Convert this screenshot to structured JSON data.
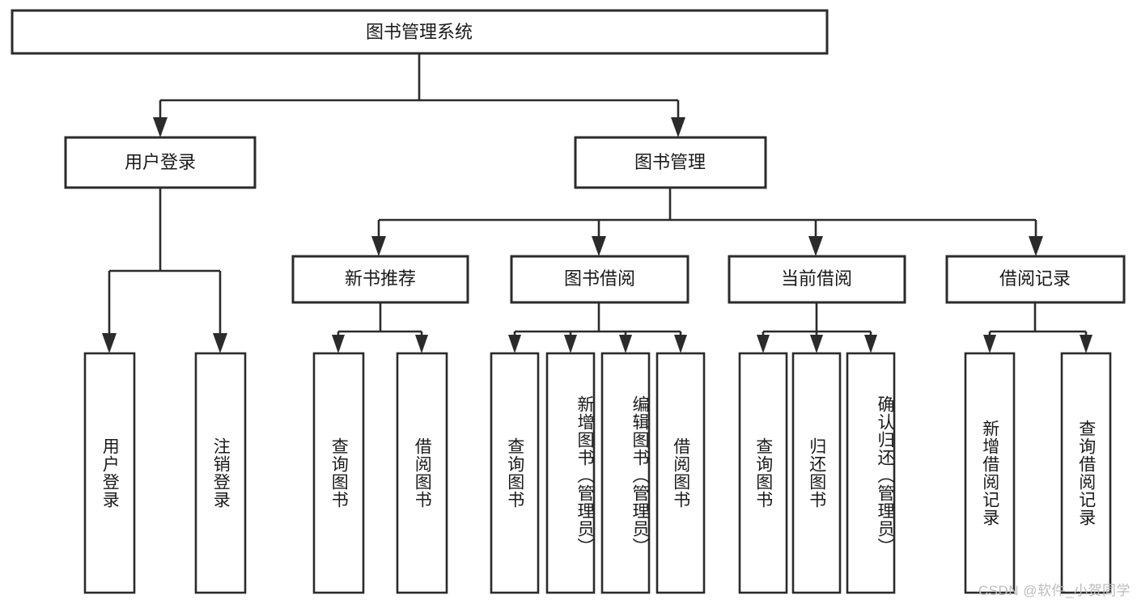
{
  "diagram": {
    "type": "tree-hierarchy-chart",
    "title": "图书管理系统",
    "orientation": "top-down",
    "colors": {
      "box_stroke": "#2b2b2b",
      "box_fill": "#ffffff",
      "connector": "#2b2b2b",
      "text": "#1a1a1a",
      "watermark": "#bcbcbc",
      "background": "#ffffff"
    },
    "levels": {
      "level1": [
        {
          "id": "root",
          "label": "图书管理系统",
          "text_direction": "horizontal"
        }
      ],
      "level2": [
        {
          "id": "user-login",
          "label": "用户登录",
          "text_direction": "horizontal",
          "parent": "root"
        },
        {
          "id": "book-manage",
          "label": "图书管理",
          "text_direction": "horizontal",
          "parent": "root"
        }
      ],
      "level3": [
        {
          "id": "new-book-recommend",
          "label": "新书推荐",
          "text_direction": "horizontal",
          "parent": "book-manage"
        },
        {
          "id": "book-borrow",
          "label": "图书借阅",
          "text_direction": "horizontal",
          "parent": "book-manage"
        },
        {
          "id": "current-borrow",
          "label": "当前借阅",
          "text_direction": "horizontal",
          "parent": "book-manage"
        },
        {
          "id": "borrow-record",
          "label": "借阅记录",
          "text_direction": "horizontal",
          "parent": "book-manage"
        }
      ],
      "level4": [
        {
          "id": "leaf-user-login",
          "label": "用户登录",
          "text_direction": "vertical",
          "parent": "user-login"
        },
        {
          "id": "leaf-logout",
          "label": "注销登录",
          "text_direction": "vertical",
          "parent": "user-login"
        },
        {
          "id": "leaf-query-book-1",
          "label": "查询图书",
          "text_direction": "vertical",
          "parent": "new-book-recommend"
        },
        {
          "id": "leaf-borrow-book-1",
          "label": "借阅图书",
          "text_direction": "vertical",
          "parent": "new-book-recommend"
        },
        {
          "id": "leaf-query-book-2",
          "label": "查询图书",
          "text_direction": "vertical",
          "parent": "book-borrow"
        },
        {
          "id": "leaf-add-book",
          "label": "新增图书（管理员）",
          "text_direction": "vertical",
          "parent": "book-borrow"
        },
        {
          "id": "leaf-edit-book",
          "label": "编辑图书（管理员）",
          "text_direction": "vertical",
          "parent": "book-borrow"
        },
        {
          "id": "leaf-borrow-book-2",
          "label": "借阅图书",
          "text_direction": "vertical",
          "parent": "book-borrow"
        },
        {
          "id": "leaf-query-book-3",
          "label": "查询图书",
          "text_direction": "vertical",
          "parent": "current-borrow"
        },
        {
          "id": "leaf-return-book",
          "label": "归还图书",
          "text_direction": "vertical",
          "parent": "current-borrow"
        },
        {
          "id": "leaf-confirm-return",
          "label": "确认归还（管理员）",
          "text_direction": "vertical",
          "parent": "current-borrow"
        },
        {
          "id": "leaf-add-record",
          "label": "新增借阅记录",
          "text_direction": "vertical",
          "parent": "borrow-record"
        },
        {
          "id": "leaf-query-record",
          "label": "查询借阅记录",
          "text_direction": "vertical",
          "parent": "borrow-record"
        }
      ]
    },
    "watermark": "CSDN @软件_小贺同学"
  }
}
